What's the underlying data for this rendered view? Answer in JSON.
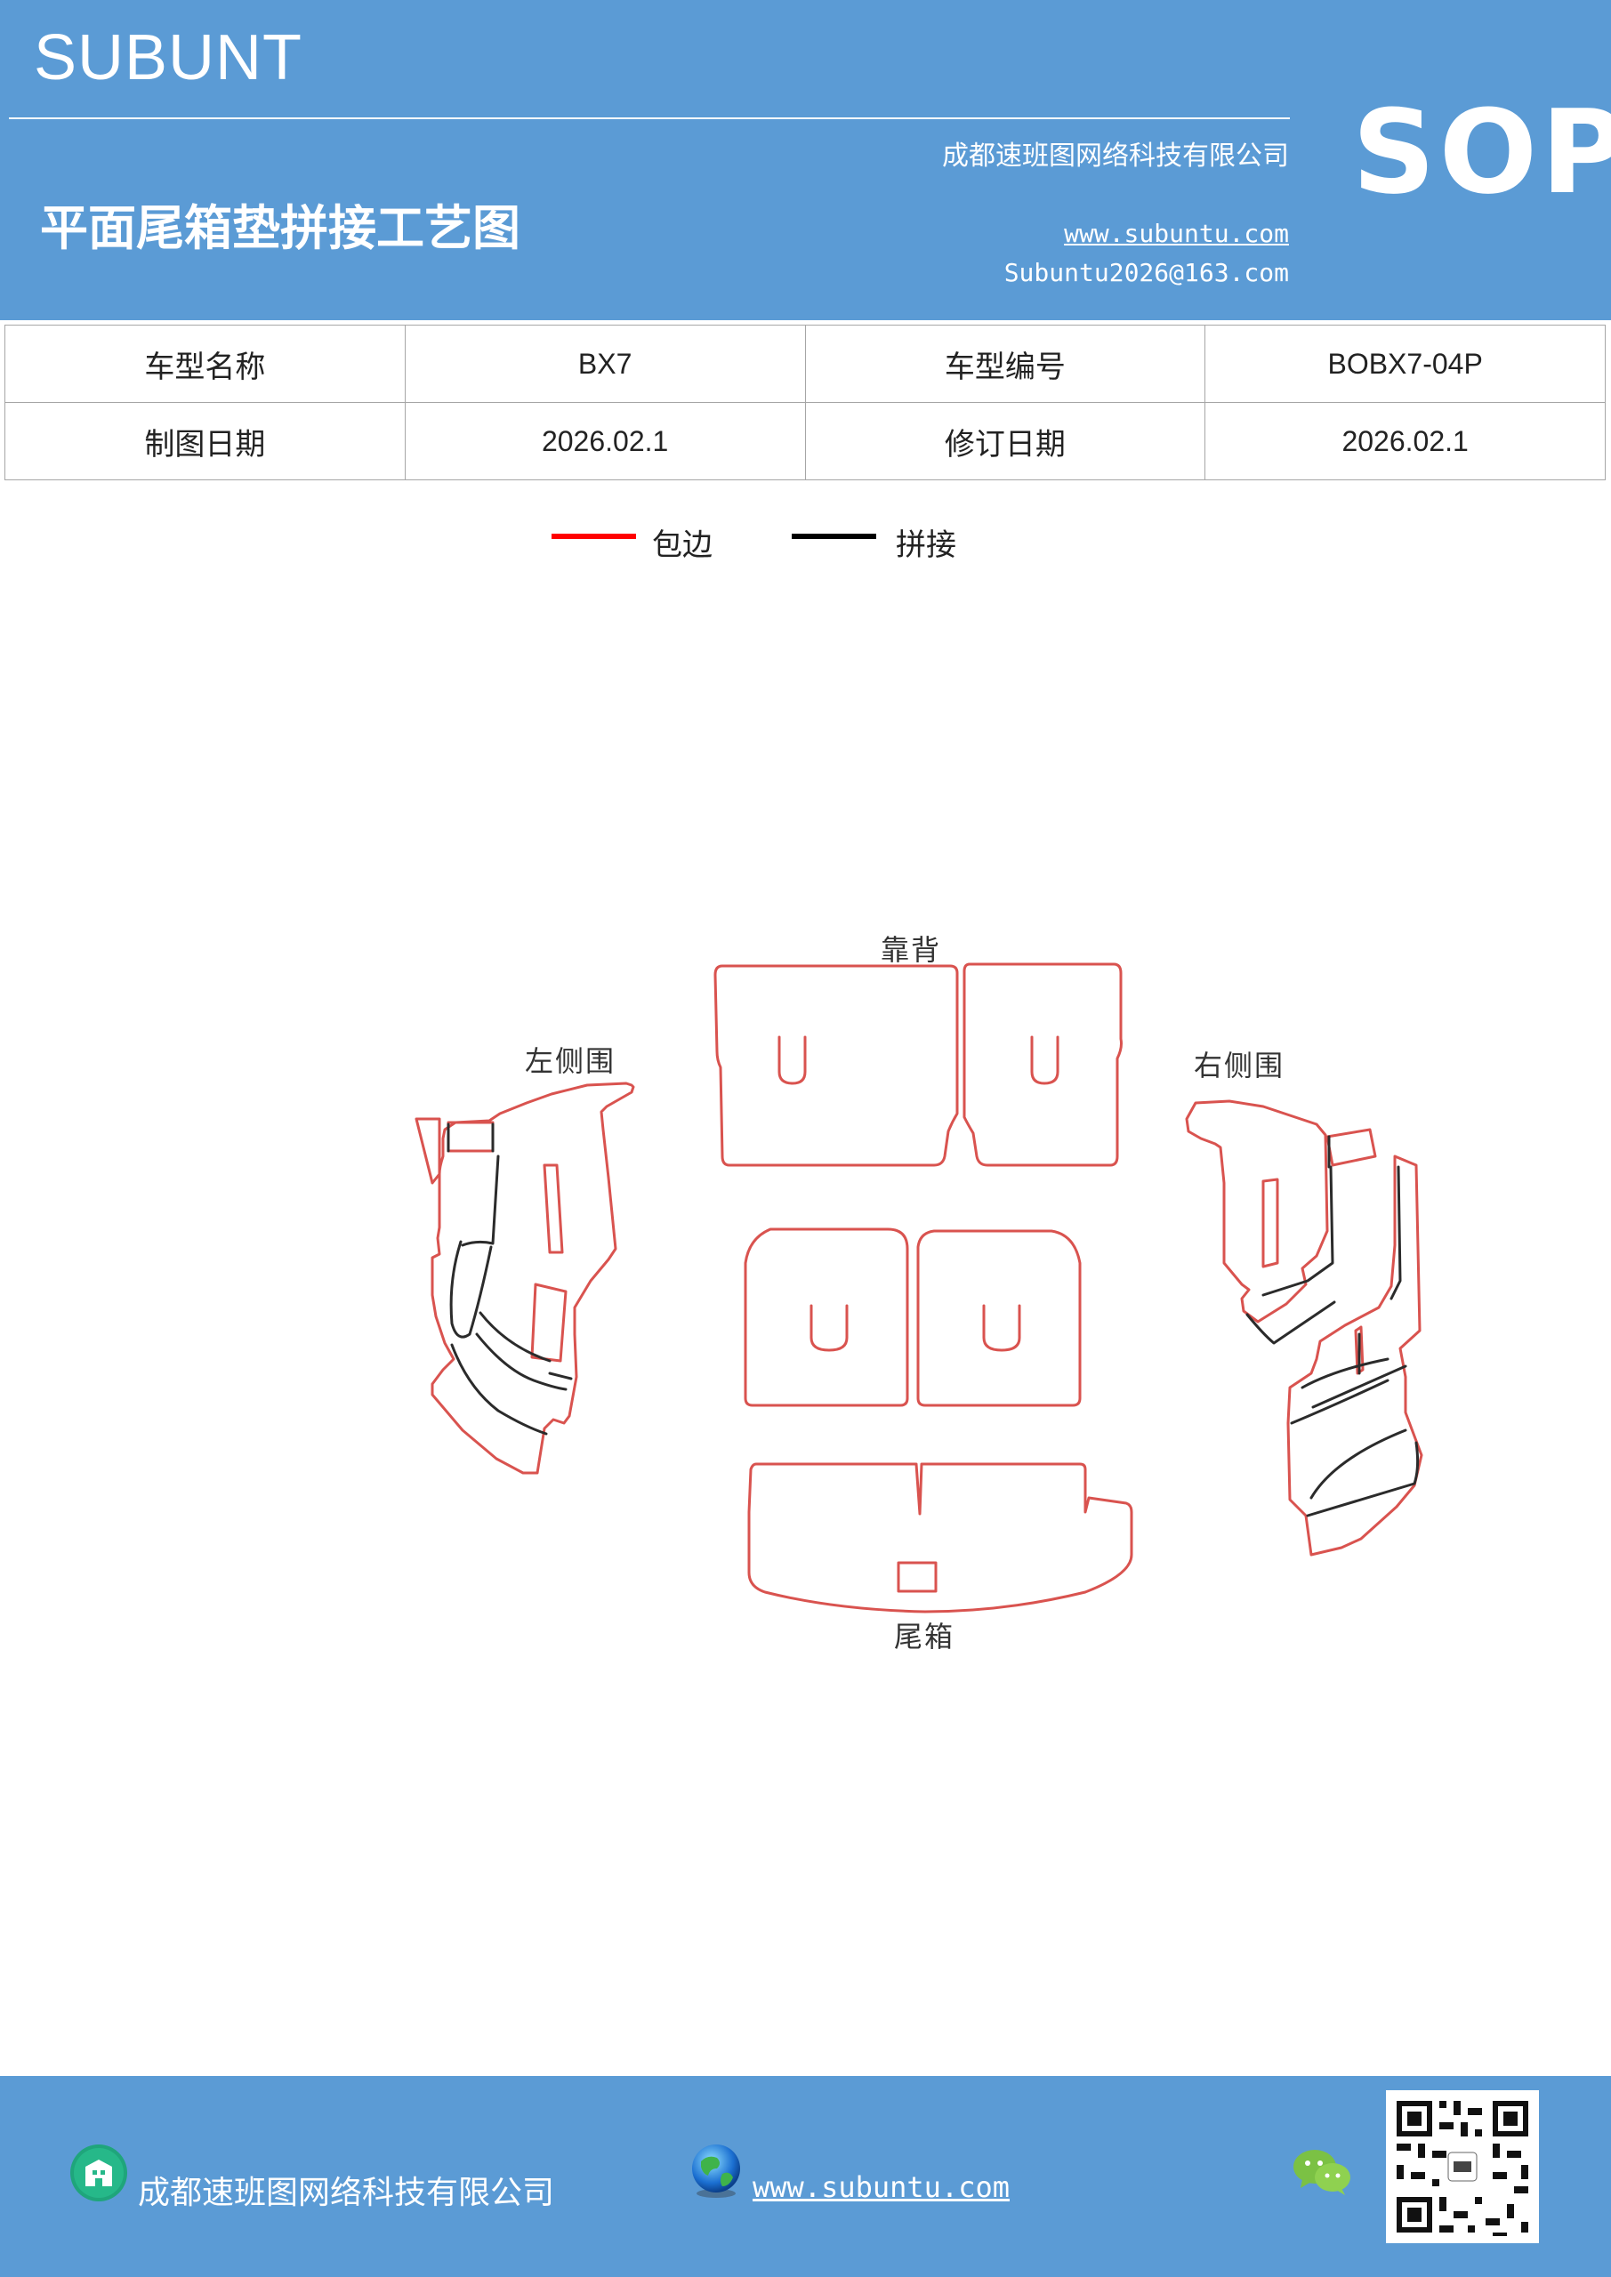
{
  "header": {
    "brand": "SUBUNT",
    "company": "成都速班图网络科技有限公司",
    "title": "平面尾箱垫拼接工艺图",
    "website": "www.subuntu.com",
    "email": "Subuntu2026@163.com",
    "badge": "SOP"
  },
  "info_table": {
    "model_name_label": "车型名称",
    "model_name_value": "BX7",
    "model_code_label": "车型编号",
    "model_code_value": "BOBX7-04P",
    "draw_date_label": "制图日期",
    "draw_date_value": "2026.02.1",
    "revise_date_label": "修订日期",
    "revise_date_value": "2026.02.1"
  },
  "legend": {
    "items": [
      {
        "label": "包边",
        "color": "#ff0000"
      },
      {
        "label": "拼接",
        "color": "#000000"
      }
    ]
  },
  "diagram": {
    "labels": {
      "backrest": "靠背",
      "left_side": "左侧围",
      "right_side": "右侧围",
      "trunk": "尾箱"
    },
    "edge_color": "#d9534f",
    "seam_color": "#2b2b2b"
  },
  "footer": {
    "company": "成都速班图网络科技有限公司",
    "website": "www.subuntu.com",
    "icons": [
      "building-icon",
      "globe-icon",
      "wechat-icon",
      "qr-code"
    ]
  }
}
